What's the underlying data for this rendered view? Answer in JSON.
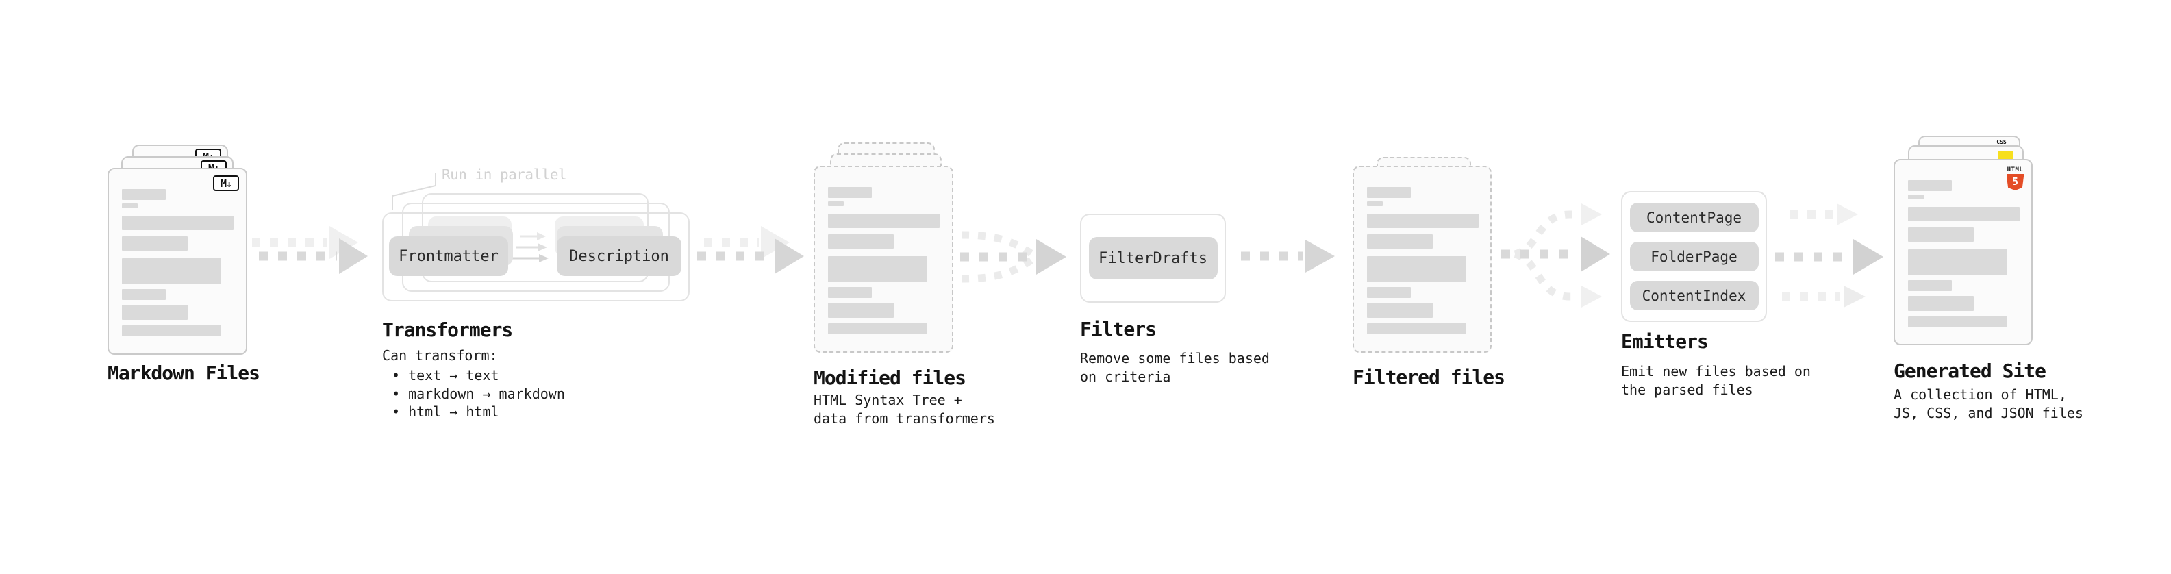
{
  "sections": {
    "markdown": {
      "label": "Markdown Files",
      "file_badge": "M↓"
    },
    "transformers": {
      "label": "Transformers",
      "annotation": "Run in parallel",
      "pill_left": "Frontmatter",
      "pill_right": "Description",
      "desc_title": "Can transform:",
      "bullets": [
        "• text → text",
        "• markdown → markdown",
        "• html → html"
      ]
    },
    "modified": {
      "label": "Modified files",
      "desc": [
        "HTML Syntax Tree +",
        "data from transformers"
      ]
    },
    "filters": {
      "label": "Filters",
      "pill": "FilterDrafts",
      "desc": [
        "Remove some files based",
        "on criteria"
      ]
    },
    "filtered": {
      "label": "Filtered files"
    },
    "emitters": {
      "label": "Emitters",
      "pills": [
        "ContentPage",
        "FolderPage",
        "ContentIndex"
      ],
      "desc": [
        "Emit new files based on",
        "the parsed files"
      ]
    },
    "generated": {
      "label": "Generated Site",
      "desc": [
        "A collection of HTML,",
        "JS, CSS, and JSON files"
      ],
      "css_badge_label": "CSS",
      "html_badge_word": "HTML",
      "html_badge_number": "5"
    }
  },
  "colors": {
    "background": "#ffffff",
    "card_border": "#cacaca",
    "placeholder_bar": "#dadada",
    "pill_fill": "#d9d9d9",
    "outline_box_border": "#e3e3e3",
    "arrow_main": "#d9d9d9",
    "arrow_light": "#efefef",
    "annotation_gray": "#d2d2d2",
    "markdown_badge_ink": "#121212",
    "html5_orange": "#e44d26",
    "js_yellow": "#f7df1e",
    "css_blue": "#2965f1"
  }
}
